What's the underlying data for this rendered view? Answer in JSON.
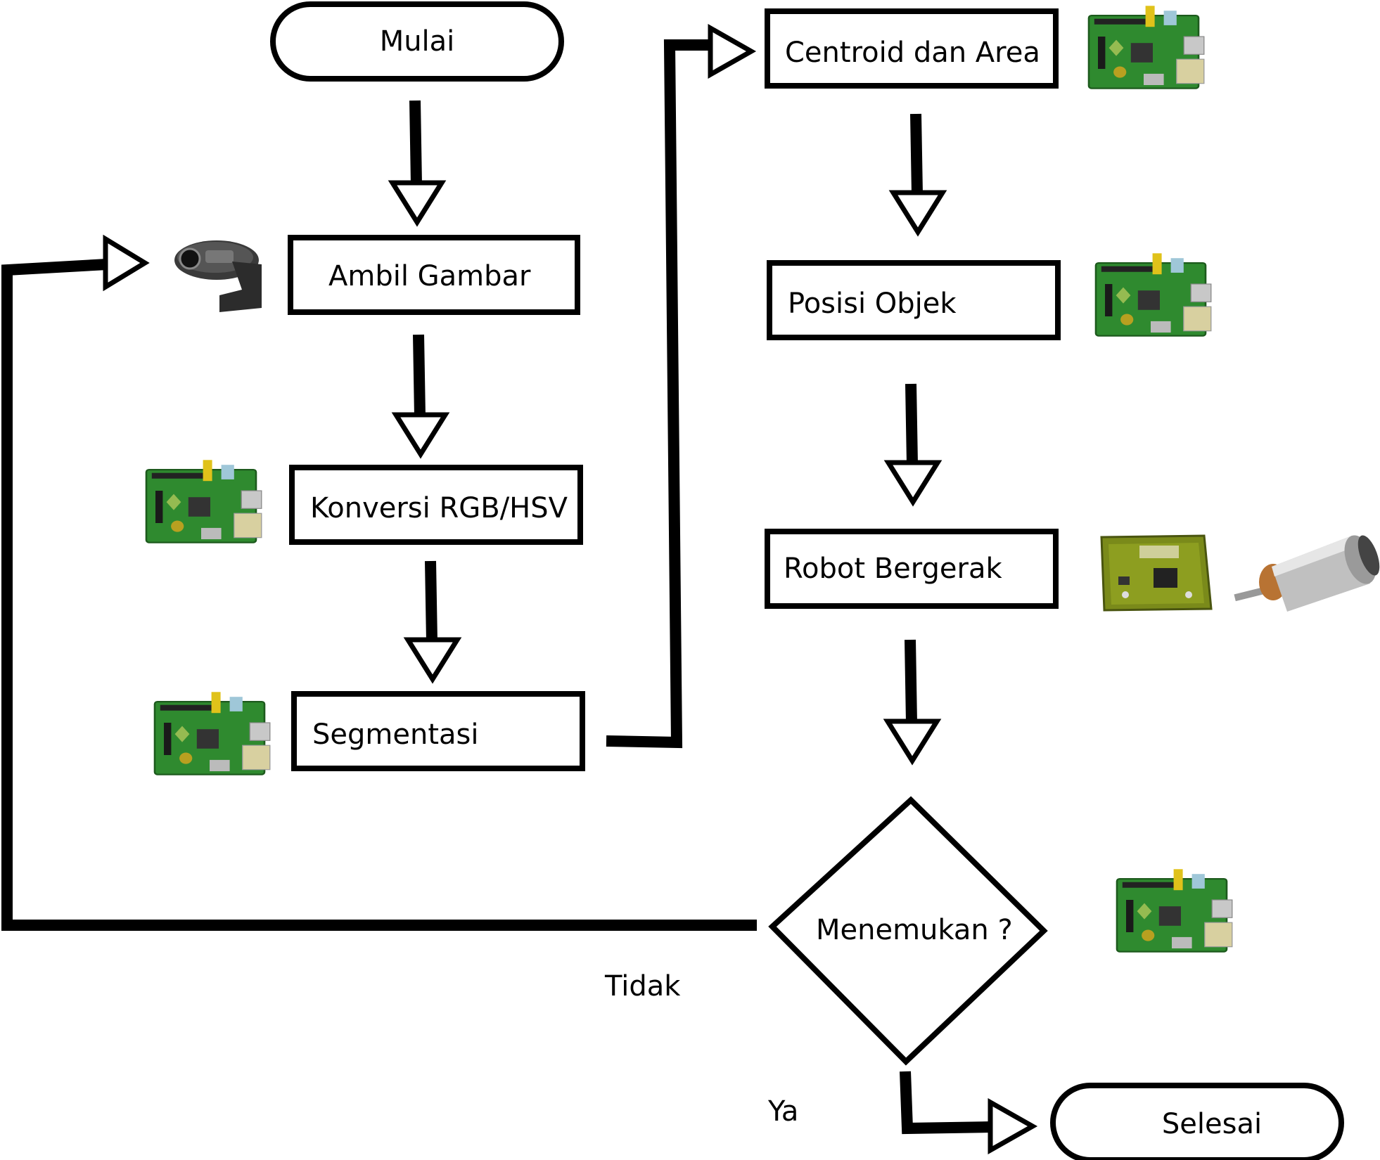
{
  "nodes": {
    "start": "Mulai",
    "capture": "Ambil Gambar",
    "convert": "Konversi RGB/HSV",
    "segment": "Segmentasi",
    "centroid": "Centroid dan Area",
    "position": "Posisi Objek",
    "move": "Robot Bergerak",
    "decision": "Menemukan ?",
    "end": "Selesai"
  },
  "edges": {
    "no": "Tidak",
    "yes": "Ya"
  },
  "icons": {
    "webcam": "webcam-icon",
    "raspberry_pi": "raspberry-pi-board-icon",
    "motor_driver": "motor-driver-pcb-icon",
    "dc_motor": "dc-gear-motor-icon"
  },
  "colors": {
    "stroke": "#000000",
    "background": "#ffffff",
    "pcb_green": "#2f8a2f"
  }
}
